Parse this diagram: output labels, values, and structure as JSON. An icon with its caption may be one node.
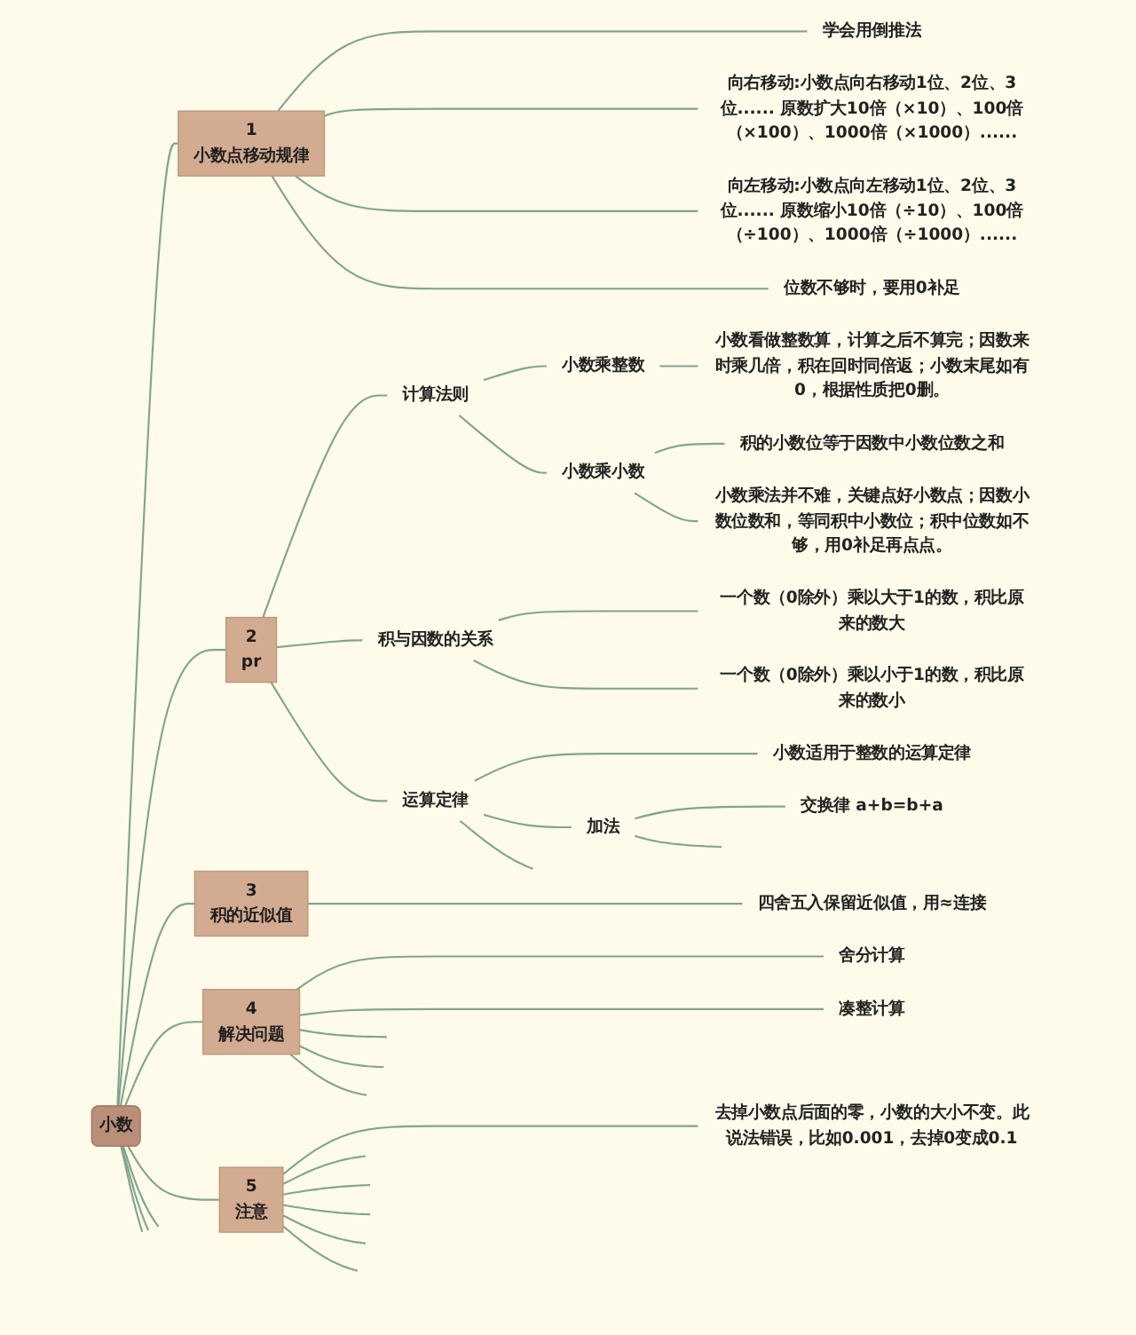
{
  "diagram": {
    "nodes": [
      {
        "text": [
          "小数"
        ]
      },
      {
        "text": [
          "1",
          "小数点移动规律"
        ]
      },
      {
        "text": [
          "学会用倒推法"
        ]
      },
      {
        "text": [
          "向右移动:小数点向右移动1位、2位、3位...... 原数扩大10倍（×10）、100倍（×100）、1000倍（×1000）......"
        ]
      },
      {
        "text": [
          "向左移动:小数点向左移动1位、2位、3位...... 原数缩小10倍（÷10）、100倍（÷100）、1000倍（÷1000）......"
        ]
      },
      {
        "text": [
          "位数不够时，要用0补足"
        ]
      },
      {
        "text": [
          "2",
          "pr"
        ]
      },
      {
        "text": [
          "计算法则"
        ]
      },
      {
        "text": [
          "小数乘整数"
        ]
      },
      {
        "text": [
          "小数看做整数算，计算之后不算完；因数来时乘几倍，积在回时同倍返；小数末尾如有0，根据性质把0删。"
        ]
      },
      {
        "text": [
          "小数乘小数"
        ]
      },
      {
        "text": [
          "积的小数位等于因数中小数位数之和"
        ]
      },
      {
        "text": [
          "小数乘法并不难，关键点好小数点；因数小数位数和，等同积中小数位；积中位数如不够，用0补足再点点。"
        ]
      },
      {
        "text": [
          "积与因数的关系"
        ]
      },
      {
        "text": [
          "一个数（0除外）乘以大于1的数，积比原来的数大"
        ]
      },
      {
        "text": [
          "一个数（0除外）乘以小于1的数，积比原来的数小"
        ]
      },
      {
        "text": [
          "运算定律"
        ]
      },
      {
        "text": [
          "小数适用于整数的运算定律"
        ]
      },
      {
        "text": [
          "加法"
        ]
      },
      {
        "text": [
          "交换律 a+b=b+a"
        ]
      },
      {
        "text": [
          "3",
          "积的近似值"
        ]
      },
      {
        "text": [
          "四舍五入保留近似值，用≈连接"
        ]
      },
      {
        "text": [
          "4",
          "解决问题"
        ]
      },
      {
        "text": [
          "舍分计算"
        ]
      },
      {
        "text": [
          "凑整计算"
        ]
      },
      {
        "text": [
          "5",
          "注意"
        ]
      },
      {
        "text": [
          "去掉小数点后面的零，小数的大小不变。此说法错误，比如0.001，去掉0变成0.1"
        ]
      }
    ],
    "edges": [
      {
        "from": 0,
        "to": 1,
        "arrow": "none"
      },
      {
        "from": 1,
        "to": 2,
        "arrow": "none"
      },
      {
        "from": 1,
        "to": 3,
        "arrow": "none"
      },
      {
        "from": 1,
        "to": 4,
        "arrow": "none"
      },
      {
        "from": 1,
        "to": 5,
        "arrow": "none"
      },
      {
        "from": 0,
        "to": 6,
        "arrow": "none"
      },
      {
        "from": 6,
        "to": 7,
        "arrow": "none"
      },
      {
        "from": 7,
        "to": 8,
        "arrow": "none"
      },
      {
        "from": 8,
        "to": 9,
        "arrow": "none"
      },
      {
        "from": 7,
        "to": 10,
        "arrow": "none"
      },
      {
        "from": 10,
        "to": 11,
        "arrow": "none"
      },
      {
        "from": 10,
        "to": 12,
        "arrow": "none"
      },
      {
        "from": 6,
        "to": 13,
        "arrow": "none"
      },
      {
        "from": 13,
        "to": 14,
        "arrow": "none"
      },
      {
        "from": 13,
        "to": 15,
        "arrow": "none"
      },
      {
        "from": 6,
        "to": 16,
        "arrow": "none"
      },
      {
        "from": 16,
        "to": 17,
        "arrow": "none"
      },
      {
        "from": 16,
        "to": 18,
        "arrow": "none"
      },
      {
        "from": 18,
        "to": 19,
        "arrow": "none"
      },
      {
        "from": 18,
        "to": null,
        "arrow": "none"
      },
      {
        "from": 16,
        "to": null,
        "arrow": "none"
      },
      {
        "from": 0,
        "to": 20,
        "arrow": "none"
      },
      {
        "from": 20,
        "to": 21,
        "arrow": "none"
      },
      {
        "from": 0,
        "to": 22,
        "arrow": "none"
      },
      {
        "from": 22,
        "to": 23,
        "arrow": "none"
      },
      {
        "from": 22,
        "to": 24,
        "arrow": "none"
      },
      {
        "from": 22,
        "to": null,
        "arrow": "none"
      },
      {
        "from": 22,
        "to": null,
        "arrow": "none"
      },
      {
        "from": 22,
        "to": null,
        "arrow": "none"
      },
      {
        "from": 0,
        "to": 25,
        "arrow": "none"
      },
      {
        "from": 25,
        "to": 26,
        "arrow": "none"
      },
      {
        "from": 25,
        "to": null,
        "arrow": "none"
      },
      {
        "from": 25,
        "to": null,
        "arrow": "none"
      },
      {
        "from": 25,
        "to": null,
        "arrow": "none"
      },
      {
        "from": 25,
        "to": null,
        "arrow": "none"
      },
      {
        "from": 25,
        "to": null,
        "arrow": "none"
      },
      {
        "from": 0,
        "to": null,
        "arrow": "none"
      },
      {
        "from": 0,
        "to": null,
        "arrow": "none"
      },
      {
        "from": 0,
        "to": null,
        "arrow": "none"
      }
    ]
  }
}
